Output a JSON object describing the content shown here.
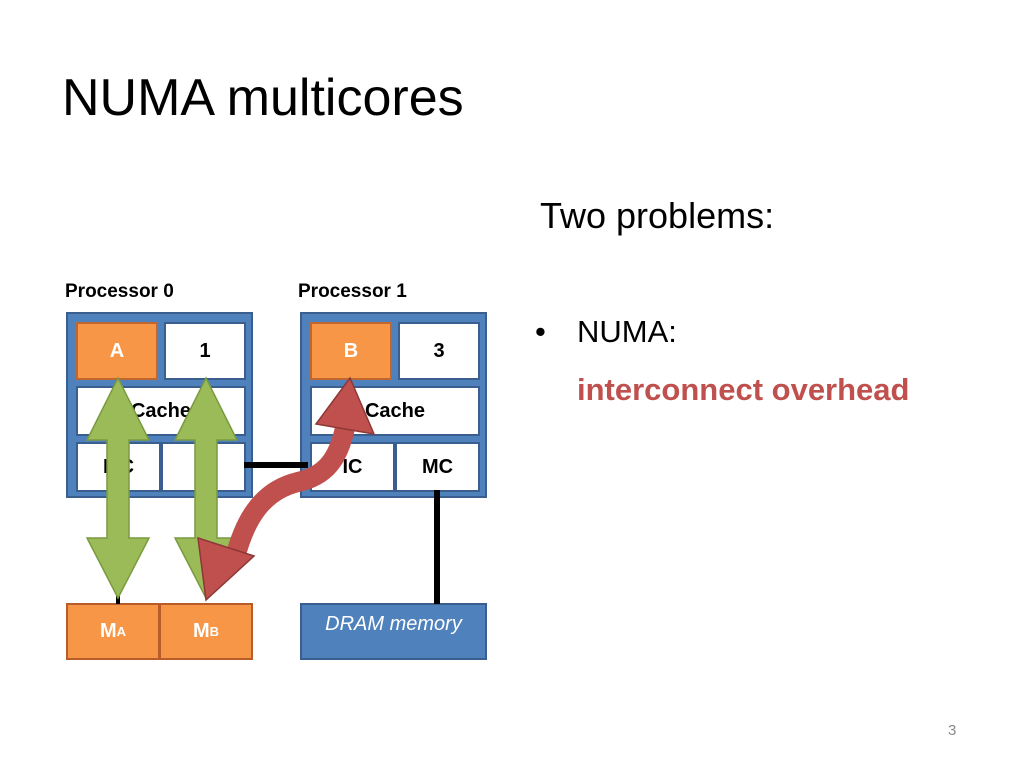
{
  "title": "NUMA multicores",
  "subtitle": "Two problems:",
  "bullet": {
    "marker": "•",
    "text": "NUMA:"
  },
  "highlight": "interconnect overhead",
  "colors": {
    "chip_blue": "#4f81bd",
    "core_orange": "#f79646",
    "interconnect_red": "#c0504d",
    "local_access_green": "#9bbb59",
    "link_black": "#000000"
  },
  "processors": [
    {
      "label": "Processor 0",
      "cores": [
        "A",
        "1"
      ],
      "cache": "Cache",
      "controllers": [
        "MC",
        "IC"
      ]
    },
    {
      "label": "Processor 1",
      "cores": [
        "B",
        "3"
      ],
      "cache": "Cache",
      "controllers": [
        "IC",
        "MC"
      ]
    }
  ],
  "memory0": {
    "cells": [
      {
        "main": "M",
        "sub": "A"
      },
      {
        "main": "M",
        "sub": "B"
      }
    ]
  },
  "memory1": {
    "label": "DRAM memory"
  },
  "page_number": "3"
}
